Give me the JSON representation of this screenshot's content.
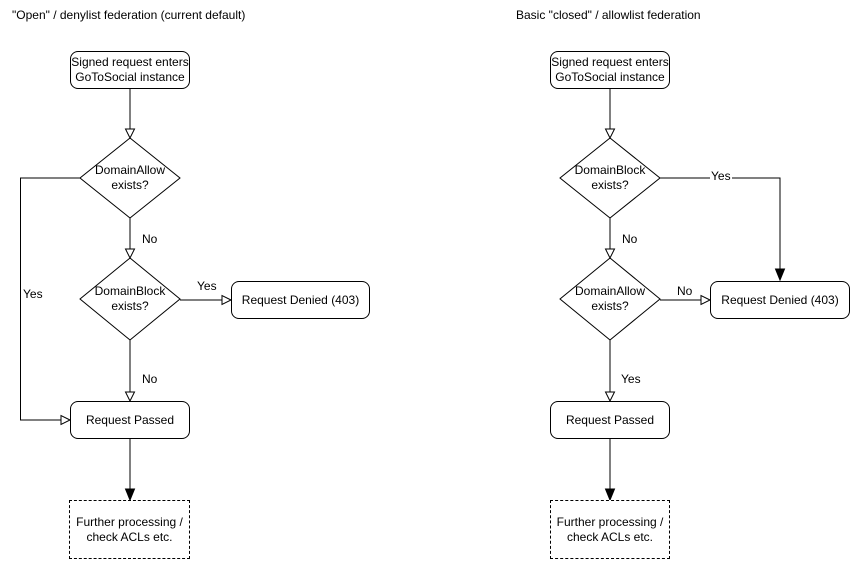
{
  "diagrams": {
    "left": {
      "title": "\"Open\" / denylist federation (current default)",
      "nodes": {
        "start": "Signed request enters GoToSocial instance",
        "decision1": "DomainAllow exists?",
        "decision2": "DomainBlock exists?",
        "denied": "Request Denied (403)",
        "passed": "Request Passed",
        "further": "Further processing / check ACLs etc."
      },
      "labels": {
        "decision1_yes": "Yes",
        "decision1_no": "No",
        "decision2_yes": "Yes",
        "decision2_no": "No"
      }
    },
    "right": {
      "title": "Basic \"closed\" / allowlist federation",
      "nodes": {
        "start": "Signed request enters GoToSocial instance",
        "decision1": "DomainBlock exists?",
        "decision2": "DomainAllow exists?",
        "denied": "Request Denied (403)",
        "passed": "Request Passed",
        "further": "Further processing / check ACLs etc."
      },
      "labels": {
        "decision1_yes": "Yes",
        "decision1_no": "No",
        "decision2_no": "No",
        "decision2_yes": "Yes"
      }
    }
  },
  "colors": {
    "stroke": "#000000",
    "text": "#000000",
    "background": "#ffffff"
  }
}
